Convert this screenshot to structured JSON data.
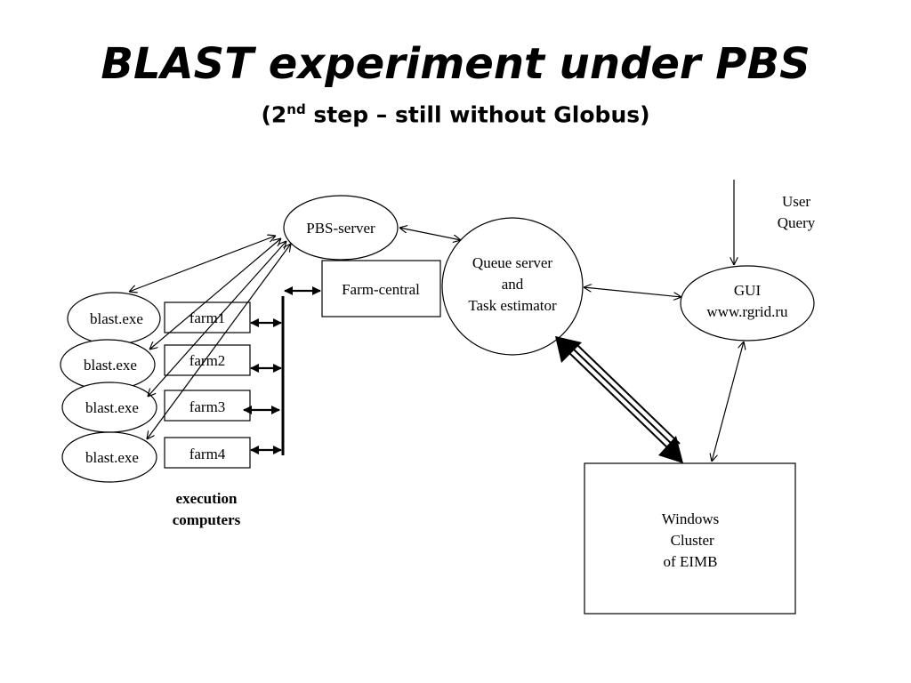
{
  "title": "BLAST experiment under PBS",
  "subtitle": {
    "prefix": "(2",
    "sup": "nd",
    "suffix": " step – still without Globus)"
  },
  "nodes": {
    "pbs_server": "PBS-server",
    "farm_central": "Farm-central",
    "queue_server": [
      "Queue server",
      "and",
      "Task estimator"
    ],
    "gui": [
      "GUI",
      "www.rgrid.ru"
    ],
    "user_query": [
      "User",
      "Query"
    ],
    "windows_cluster": [
      "Windows",
      " Cluster",
      "of EIMB"
    ],
    "blast": [
      "blast.exe",
      "blast.exe",
      "blast.exe",
      "blast.exe"
    ],
    "farms": [
      "farm1",
      "farm2",
      "farm3",
      "farm4"
    ],
    "execution_label": [
      "execution",
      "computers"
    ]
  }
}
